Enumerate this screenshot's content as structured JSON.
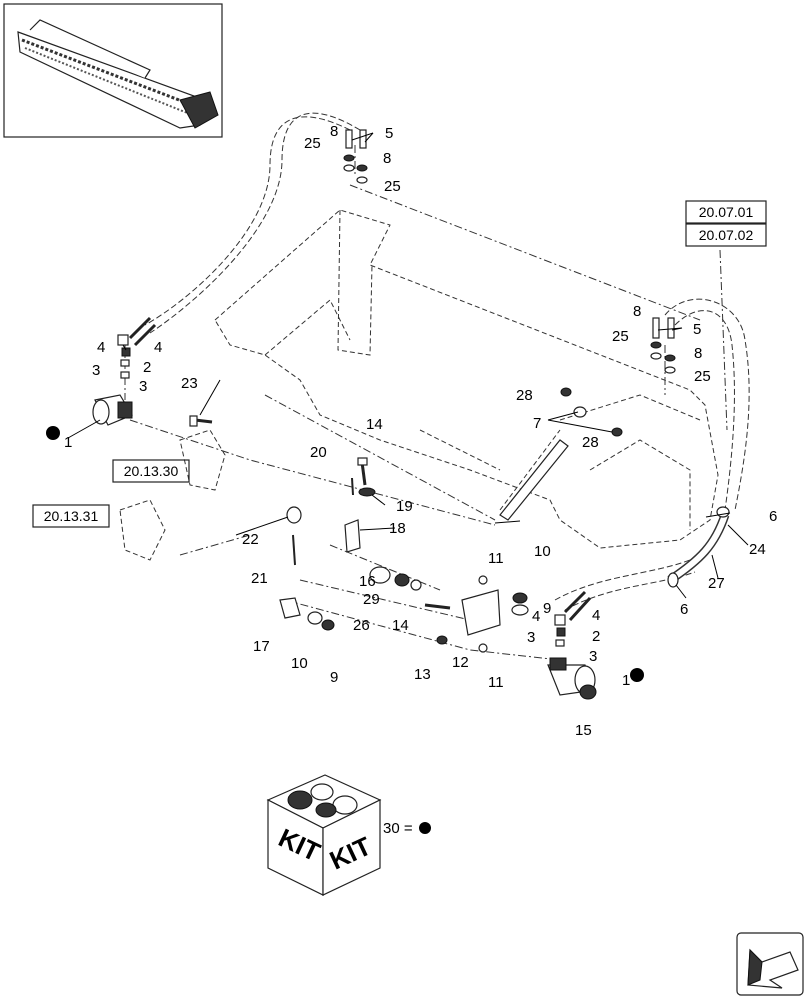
{
  "callouts": [
    "1",
    "1",
    "2",
    "2",
    "3",
    "3",
    "3",
    "3",
    "4",
    "4",
    "4",
    "4",
    "5",
    "5",
    "6",
    "6",
    "7",
    "8",
    "8",
    "8",
    "8",
    "9",
    "9",
    "10",
    "10",
    "11",
    "11",
    "12",
    "13",
    "14",
    "14",
    "15",
    "16",
    "17",
    "18",
    "19",
    "20",
    "21",
    "22",
    "23",
    "24",
    "25",
    "25",
    "25",
    "25",
    "26",
    "27",
    "28",
    "28",
    "29"
  ],
  "refs": {
    "r1": "20.07.01",
    "r2": "20.07.02",
    "r3": "20.13.30",
    "r4": "20.13.31"
  },
  "kit": {
    "label_left": "KIT",
    "label_right": "KIT",
    "legend": "30 ="
  }
}
